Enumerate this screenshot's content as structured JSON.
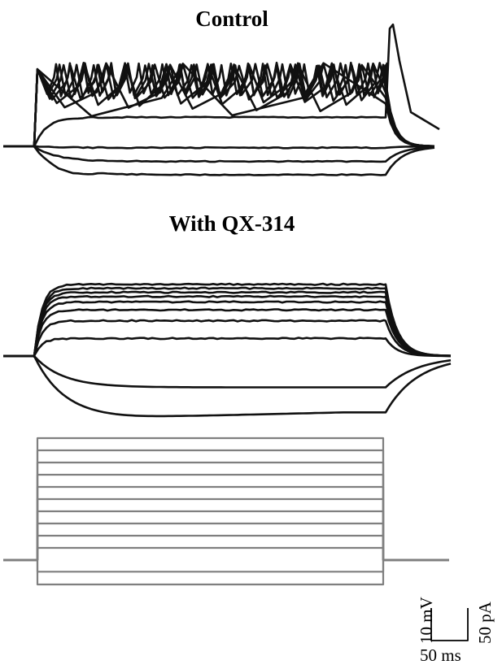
{
  "figure": {
    "titles": {
      "control": "Control",
      "qx314": "With QX-314"
    },
    "scale_bar": {
      "voltage": "10 mV",
      "current": "50 pA",
      "time": "50 ms"
    },
    "colors": {
      "voltage_trace": "#111111",
      "current_trace": "#7f7f7f",
      "background": "#ffffff"
    }
  },
  "chart_data": [
    {
      "type": "line",
      "title": "Control",
      "units": {
        "x": "ms",
        "y": "mV"
      },
      "step": {
        "onset": 0,
        "offset": 432
      },
      "baseline_mV": 0,
      "series": [
        {
          "steady": -10.0,
          "spike_rate": 0,
          "initial": 0
        },
        {
          "steady": -5.3,
          "spike_rate": 0,
          "initial": 0
        },
        {
          "steady": -0.5,
          "spike_rate": 0,
          "initial": 0
        },
        {
          "steady": 10.2,
          "spike_rate": 0,
          "initial": 28.8,
          "rebound_spike": true
        },
        {
          "steady": 15.0,
          "spike_rate": 2,
          "initial": 28.8
        },
        {
          "steady": 17.0,
          "spike_rate": 5,
          "initial": 28.8
        },
        {
          "steady": 18.9,
          "spike_rate": 8,
          "initial": 28.8
        },
        {
          "steady": 20.6,
          "spike_rate": 12,
          "initial": 28.8
        },
        {
          "steady": 21.3,
          "spike_rate": 16,
          "initial": 28.8
        },
        {
          "steady": 21.8,
          "spike_rate": 20,
          "initial": 28.8
        },
        {
          "steady": 22.3,
          "spike_rate": 25,
          "initial": 28.8
        }
      ],
      "spike_peak_mV": 28.8,
      "rebound_peak_mV": 42.8
    },
    {
      "type": "line",
      "title": "With QX-314",
      "units": {
        "x": "ms",
        "y": "mV"
      },
      "step": {
        "onset": 0,
        "offset": 432
      },
      "baseline_mV": 0,
      "series": [
        {
          "steady": -19.8,
          "sag_peak": -22.4
        },
        {
          "steady": -11.0,
          "sag_peak": -11.0
        },
        {
          "steady": 6.2,
          "sag_peak": 6.2
        },
        {
          "steady": 12.4,
          "sag_peak": 12.4
        },
        {
          "steady": 16.2,
          "sag_peak": 16.2
        },
        {
          "steady": 19.0,
          "sag_peak": 19.0
        },
        {
          "steady": 20.9,
          "sag_peak": 20.9
        },
        {
          "steady": 22.4,
          "sag_peak": 22.4
        },
        {
          "steady": 23.8,
          "sag_peak": 23.8
        },
        {
          "steady": 25.2,
          "sag_peak": 25.2
        }
      ]
    },
    {
      "type": "line",
      "title": "",
      "units": {
        "x": "ms",
        "y": "pA"
      },
      "step": {
        "onset": 0,
        "offset": 432
      },
      "baseline_pA": 0,
      "series": [
        {
          "amplitude_pA": -42.9
        },
        {
          "amplitude_pA": -20.4
        },
        {
          "amplitude_pA": 21.4
        },
        {
          "amplitude_pA": 42.9
        },
        {
          "amplitude_pA": 64.3
        },
        {
          "amplitude_pA": 85.7
        },
        {
          "amplitude_pA": 107.1
        },
        {
          "amplitude_pA": 128.6
        },
        {
          "amplitude_pA": 150.0
        },
        {
          "amplitude_pA": 171.4
        },
        {
          "amplitude_pA": 192.9
        },
        {
          "amplitude_pA": 214.3
        }
      ]
    }
  ]
}
